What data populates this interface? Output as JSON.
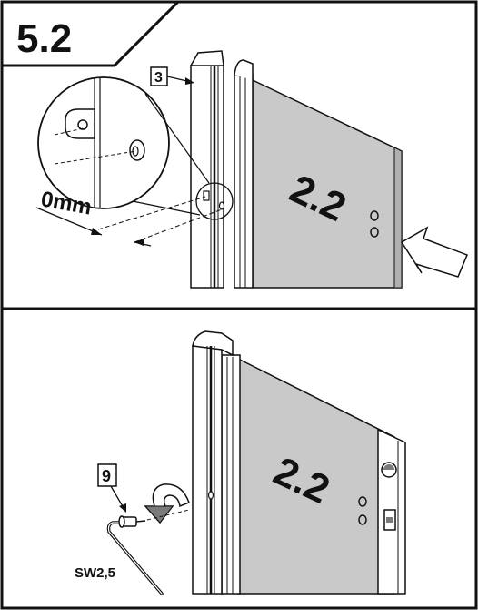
{
  "step": {
    "number": "5.2"
  },
  "panel_top": {
    "part_callout": "3",
    "gap_label": "0mm",
    "panel_label": "2.2"
  },
  "panel_bottom": {
    "part_callout": "9",
    "tool_label": "SW2,5",
    "panel_label": "2.2"
  },
  "colors": {
    "ink": "#111111",
    "glass": "#c9c9c9",
    "glass_dark": "#a9a9a9",
    "profile": "#ffffff"
  },
  "icons": [
    "push-arrow-icon",
    "rotate-arrow-icon",
    "allen-key-icon",
    "screw-icon",
    "spirit-level-icon",
    "magnifier-circle-icon"
  ]
}
